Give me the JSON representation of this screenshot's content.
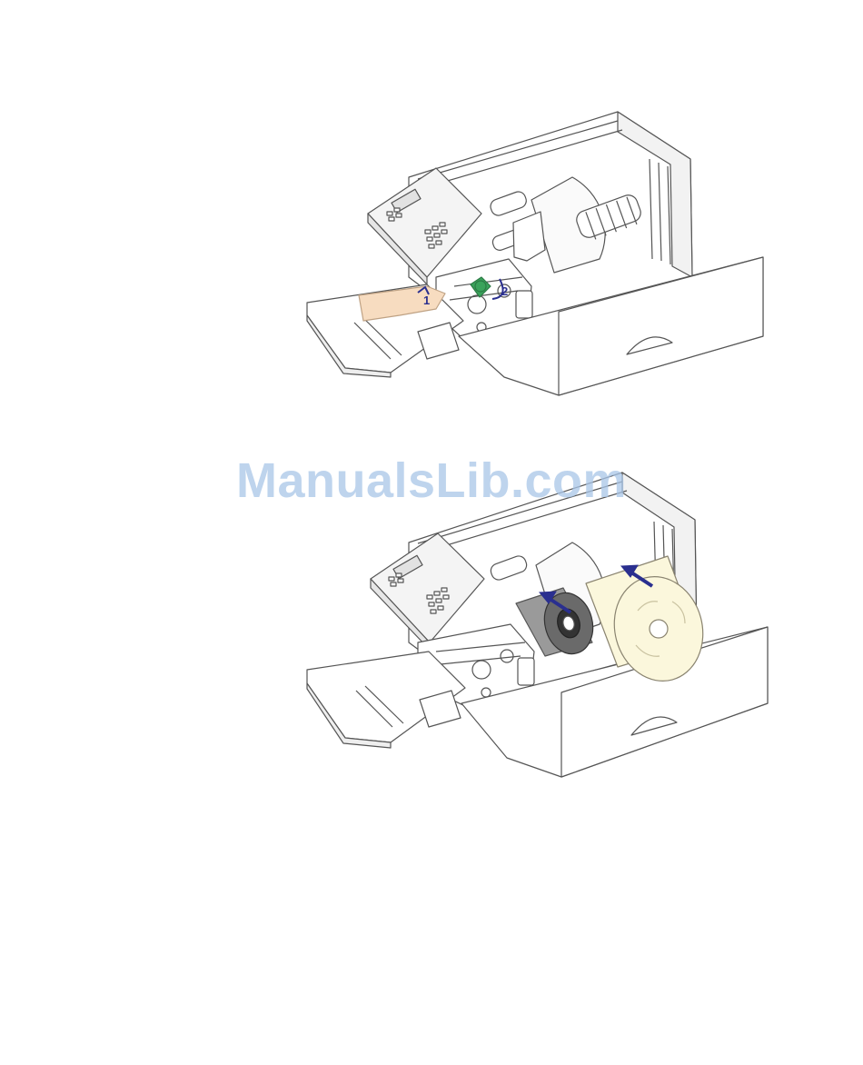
{
  "watermark": {
    "text": "ManualsLib.com"
  },
  "figure_1": {
    "step_labels": [
      "1",
      "2"
    ],
    "colors": {
      "line": "#555555",
      "hand": "#f7dcc0",
      "lever": "#3aa35b",
      "arrow": "#2a2f8f"
    }
  },
  "figure_2": {
    "colors": {
      "ribbon": "#9a9a9a",
      "ribbon_core": "#333333",
      "media": "#fbf7dc",
      "arrow": "#2a2f8f"
    }
  }
}
